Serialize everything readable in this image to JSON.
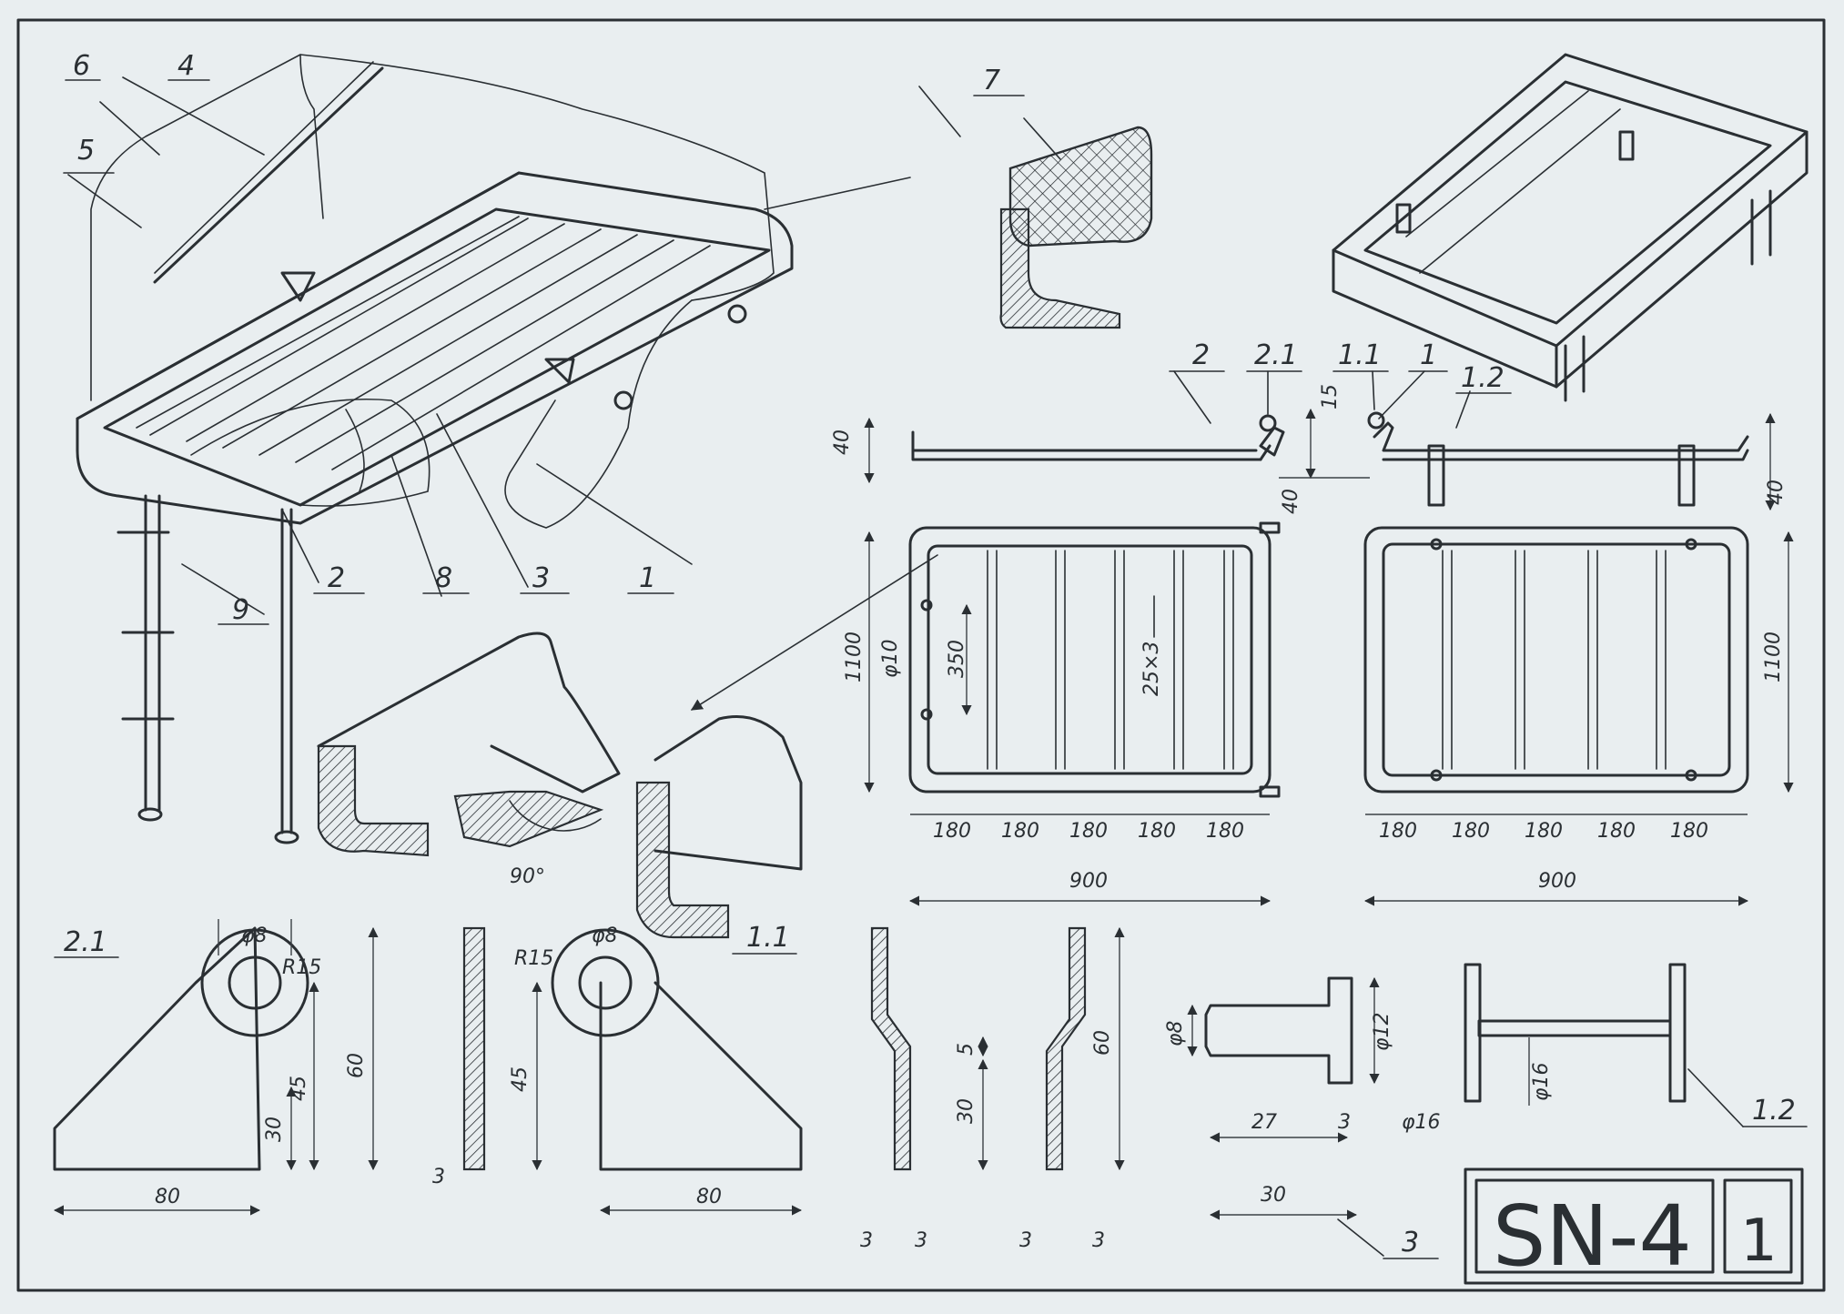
{
  "drawing": {
    "title": "SN-4",
    "sheet_number": "1",
    "callouts": {
      "c1": "1",
      "c2": "2",
      "c3": "3",
      "c4": "4",
      "c5": "5",
      "c6": "6",
      "c7": "7",
      "c8": "8",
      "c9": "9",
      "p11": "1.1",
      "p12": "1.2",
      "p21": "2.1"
    },
    "dimensions": {
      "side_height_left": "40",
      "side_gap": "40",
      "side_height_right": "40",
      "offset_15": "15",
      "length_1100_left": "1100",
      "length_1100_right": "1100",
      "hole_dia": "φ10",
      "spacing_350": "350",
      "slat": "25×3",
      "pitch": [
        "180",
        "180",
        "180",
        "180",
        "180"
      ],
      "pitch_right": [
        "180",
        "180",
        "180",
        "180",
        "180"
      ],
      "width_900_left": "900",
      "width_900_right": "900",
      "angle_90": "90°",
      "bore_8_left": "φ8",
      "bore_8_mid": "φ8",
      "radius_left": "R15",
      "radius_mid": "R15",
      "h60_left": "60",
      "h45_left": "45",
      "h30_left": "30",
      "w80_left": "80",
      "t3_left": "3",
      "h45_mid": "45",
      "w80_mid": "80",
      "h60_side": "60",
      "h30_side": "30",
      "h5_side": "5",
      "t3_a": "3",
      "t3_b": "3",
      "t3_c": "3",
      "t3_d": "3",
      "pin_d8": "φ8",
      "pin_d12": "φ12",
      "pin_d16": "φ16",
      "pin_len27": "27",
      "pin_len3": "3",
      "pin_len30": "30",
      "pin_d16_side": "φ16"
    }
  }
}
